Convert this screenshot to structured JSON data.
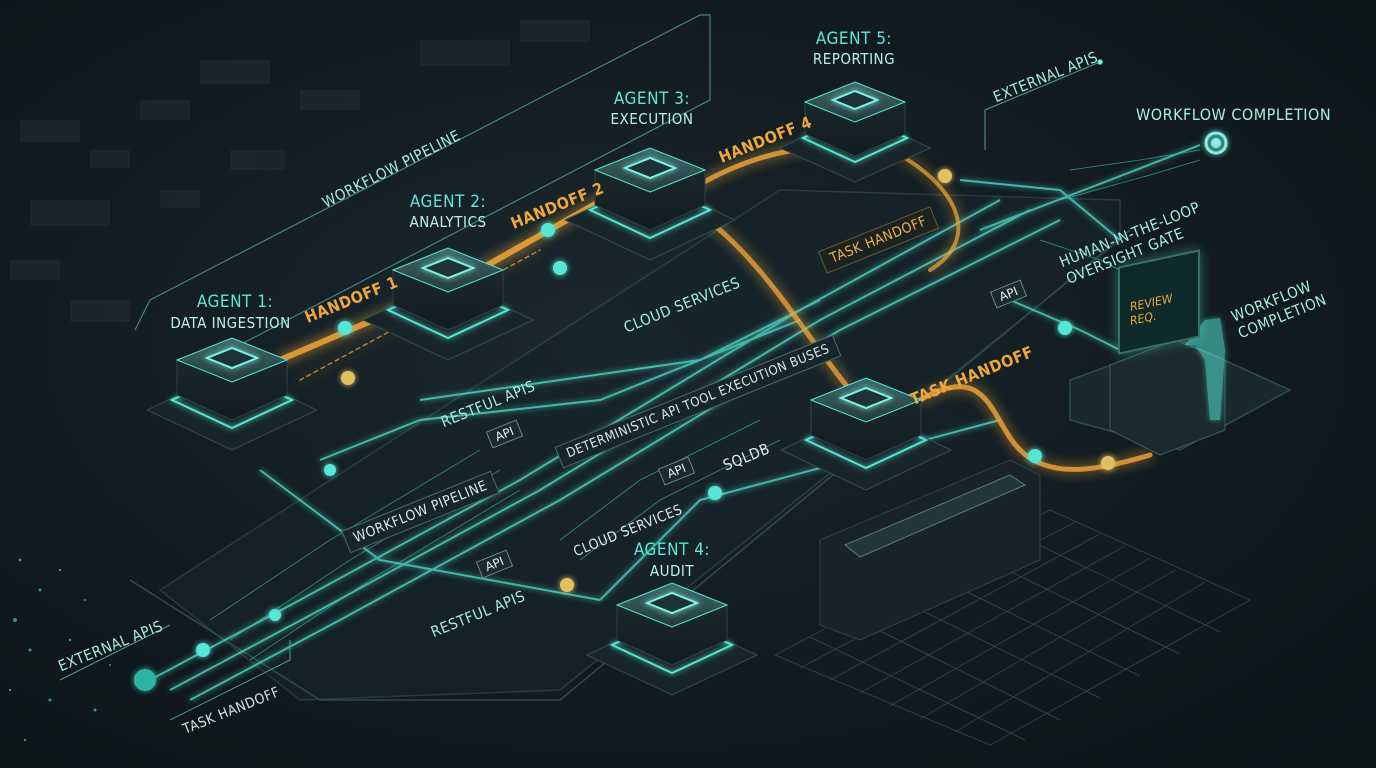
{
  "agents": [
    {
      "name": "AGENT 1:",
      "role": "DATA INGESTION"
    },
    {
      "name": "AGENT 2:",
      "role": "ANALYTICS"
    },
    {
      "name": "AGENT 3:",
      "role": "EXECUTION"
    },
    {
      "name": "AGENT 4:",
      "role": "AUDIT"
    },
    {
      "name": "AGENT 5:",
      "role": "REPORTING"
    }
  ],
  "handoffs": [
    "HANDOFF 1",
    "HANDOFF 2",
    "HANDOFF 4"
  ],
  "labels": {
    "workflow_pipeline_top": "WORKFLOW PIPELINE",
    "workflow_pipeline_bus": "WORKFLOW PIPELINE",
    "external_apis_top": "EXTERNAL APIs",
    "external_apis_bottom": "EXTERNAL APIs",
    "workflow_completion_top": "WORKFLOW COMPLETION",
    "workflow_completion_right": "WORKFLOW\nCOMPLETION",
    "hitl_gate": "HUMAN-IN-THE-LOOP\nOVERSIGHT GATE",
    "review_req": "REVIEW REQ.",
    "task_handoff_bus": "TASK HANDOFF",
    "task_handoff_mid": "TASK HANDOFF",
    "task_handoff_bottom": "TASK HANDOFF",
    "cloud_services_top": "CLOUD SERVICES",
    "cloud_services_bus": "CLOUD SERVICES",
    "restful_apis_top": "RESTful APIs",
    "restful_apis_bottom": "RESTful APIs",
    "deterministic_bus": "DETERMINISTIC API TOOL EXECUTION BUSES",
    "sqldb": "SQLDB",
    "api_chip_1": "API",
    "api_chip_2": "API",
    "api_chip_3": "API",
    "api_chip_4": "API"
  },
  "colors": {
    "background": "#131d22",
    "teal_glow": "#54e6d6",
    "orange_flow": "#f0a63a",
    "label_teal": "#a9ece5"
  }
}
